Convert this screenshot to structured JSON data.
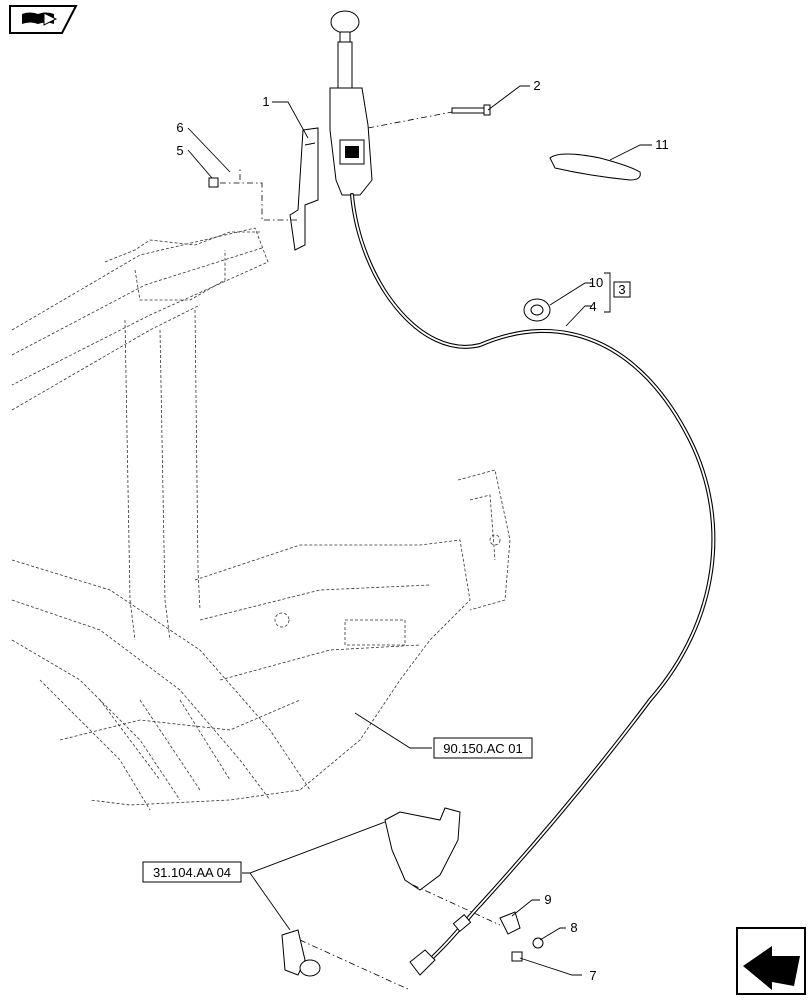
{
  "callouts": [
    "1",
    "2",
    "3",
    "4",
    "5",
    "6",
    "7",
    "8",
    "9",
    "10",
    "11"
  ],
  "references": {
    "frame_ref": "90.150.AC 01",
    "bracket_ref": "31.104.AA 04"
  },
  "icons": {
    "top_left": "book-arrow-icon",
    "bottom_right": "next-page-arrow-icon"
  },
  "colors": {
    "line": "#000000",
    "background": "#ffffff"
  }
}
